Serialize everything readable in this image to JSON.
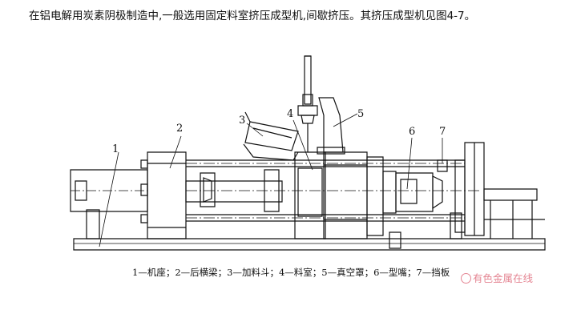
{
  "intro_text": "在铝电解用炭素阴极制造中,一般选用固定料室挤压成型机,间歇挤压。其挤压成型机见图4-7。",
  "figure": {
    "callouts": [
      {
        "id": "1",
        "text": "1"
      },
      {
        "id": "2",
        "text": "2"
      },
      {
        "id": "3",
        "text": "3"
      },
      {
        "id": "4",
        "text": "4"
      },
      {
        "id": "5",
        "text": "5"
      },
      {
        "id": "6",
        "text": "6"
      },
      {
        "id": "7",
        "text": "7"
      }
    ]
  },
  "caption": "1—机座；2—后横梁；3—加料斗；4—料室；5—真空罩；6—型嘴；7—挡板",
  "watermark": "有色金属在线"
}
